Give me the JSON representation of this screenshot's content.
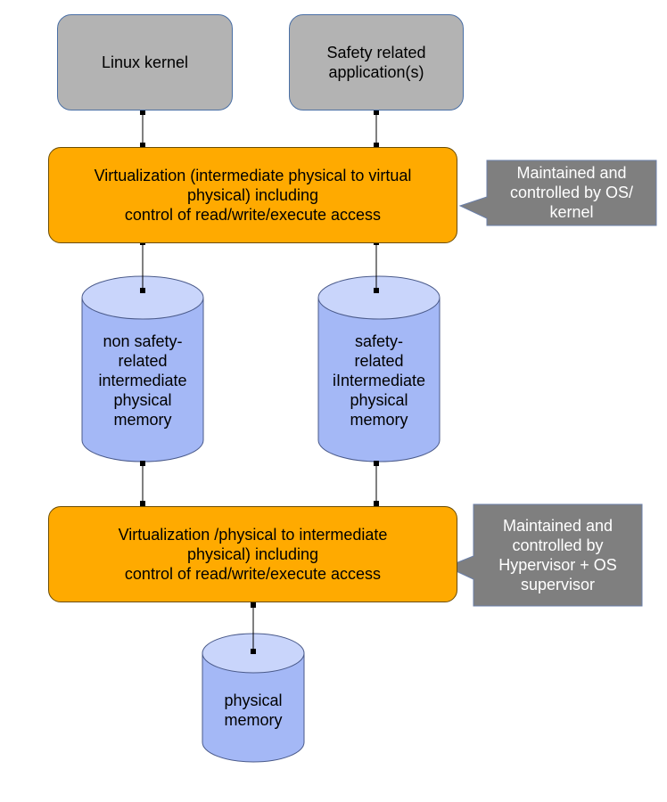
{
  "nodes": {
    "linux_kernel": "Linux kernel",
    "safety_app": "Safety related\napplication(s)",
    "virt_top": "Virtualization (intermediate physical to virtual\nphysical) including\ncontrol of read/write/execute access",
    "virt_bottom": "Virtualization /physical to intermediate\nphysical) including\ncontrol of read/write/execute access",
    "mem_non_safety": "non safety-\nrelated\nintermediate\nphysical\nmemory",
    "mem_safety": "safety-\nrelated\niIntermediate\nphysical\nmemory",
    "mem_physical": "physical\nmemory"
  },
  "callouts": {
    "os_kernel": "Maintained and\ncontrolled by OS/\nkernel",
    "hypervisor": "Maintained and\ncontrolled by\nHypervisor + OS\nsupervisor"
  },
  "colors": {
    "grey_box": "#b3b3b3",
    "orange_box": "#ffaa00",
    "cylinder_fill": "#a4b8f6",
    "cylinder_top": "#c9d5fb",
    "callout_fill": "#7f7f7f"
  }
}
